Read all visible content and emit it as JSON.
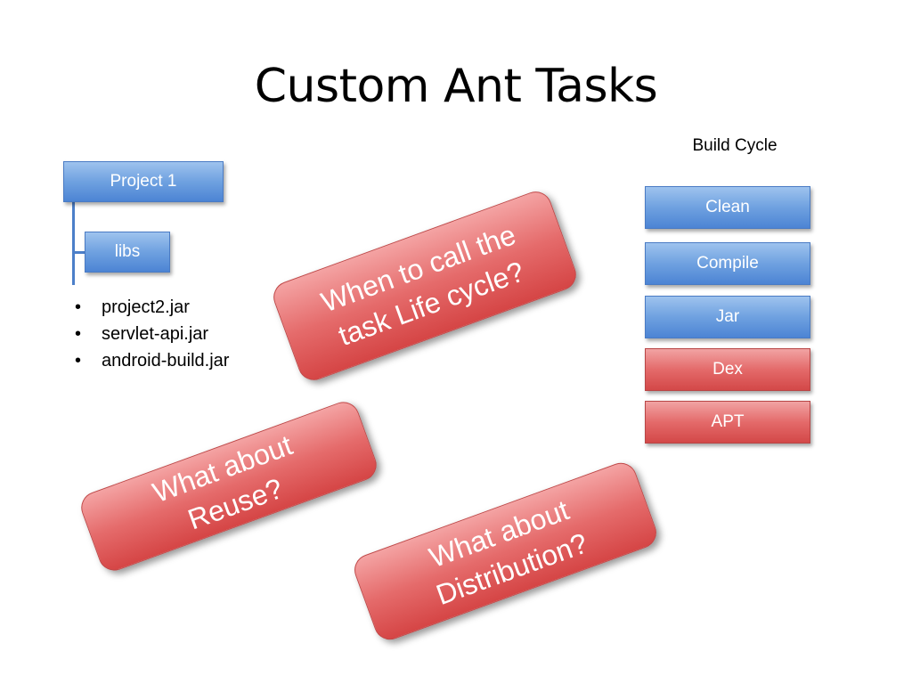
{
  "slide": {
    "title": "Custom Ant Tasks"
  },
  "tree": {
    "root_label": "Project 1",
    "child_label": "libs",
    "jars": [
      "project2.jar",
      "servlet-api.jar",
      "android-build.jar"
    ],
    "bullet": "•"
  },
  "build_cycle": {
    "label": "Build Cycle",
    "steps": [
      {
        "label": "Clean",
        "color": "blue"
      },
      {
        "label": "Compile",
        "color": "blue"
      },
      {
        "label": "Jar",
        "color": "blue"
      },
      {
        "label": "Dex",
        "color": "red"
      },
      {
        "label": "APT",
        "color": "red"
      }
    ]
  },
  "callouts": {
    "lifecycle": "When to call the\ntask Life cycle?",
    "reuse": "What about\nReuse?",
    "distribution": "What about\nDistribution?"
  },
  "colors": {
    "blue_accent": "#4f81bd",
    "red_accent": "#c0504d"
  }
}
